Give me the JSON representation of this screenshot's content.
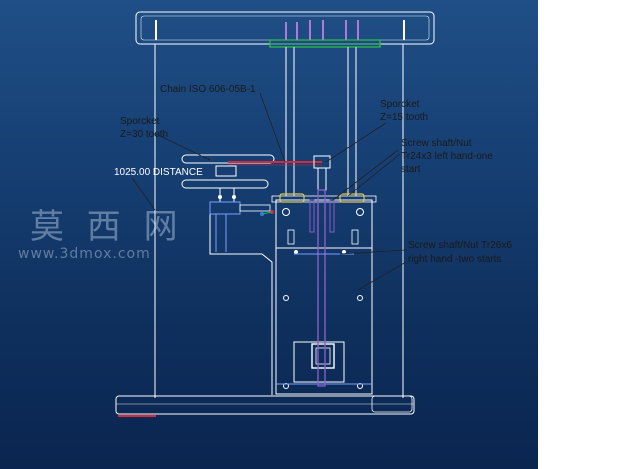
{
  "labels": {
    "chain": "Chain ISO 606-05B-1",
    "sprocket_large_title": "Sporcket",
    "sprocket_large_teeth": "Z=30 tooth",
    "sprocket_small_title": "Sporcket",
    "sprocket_small_teeth": "Z=15 tooth",
    "screw_top_line1": "Screw shaft/Nut",
    "screw_top_line2": "Tr24x3 left hand-one",
    "screw_top_line3": "start",
    "screw_bottom_line1": "Screw shaft/Nut Tr26x6",
    "screw_bottom_line2": "right hand -two starts",
    "distance": "1025.00 DISTANCE"
  },
  "watermark": {
    "chars": "莫 西 网",
    "url": "www.3dmox.com"
  },
  "colors": {
    "background_top": "#1f4f86",
    "background_bottom": "#0a2550",
    "frame_line": "#ffffff",
    "chain": "#d42a3a",
    "screw": "#8a5cc8",
    "green_plate": "#28b44a",
    "leader": "#222222"
  }
}
